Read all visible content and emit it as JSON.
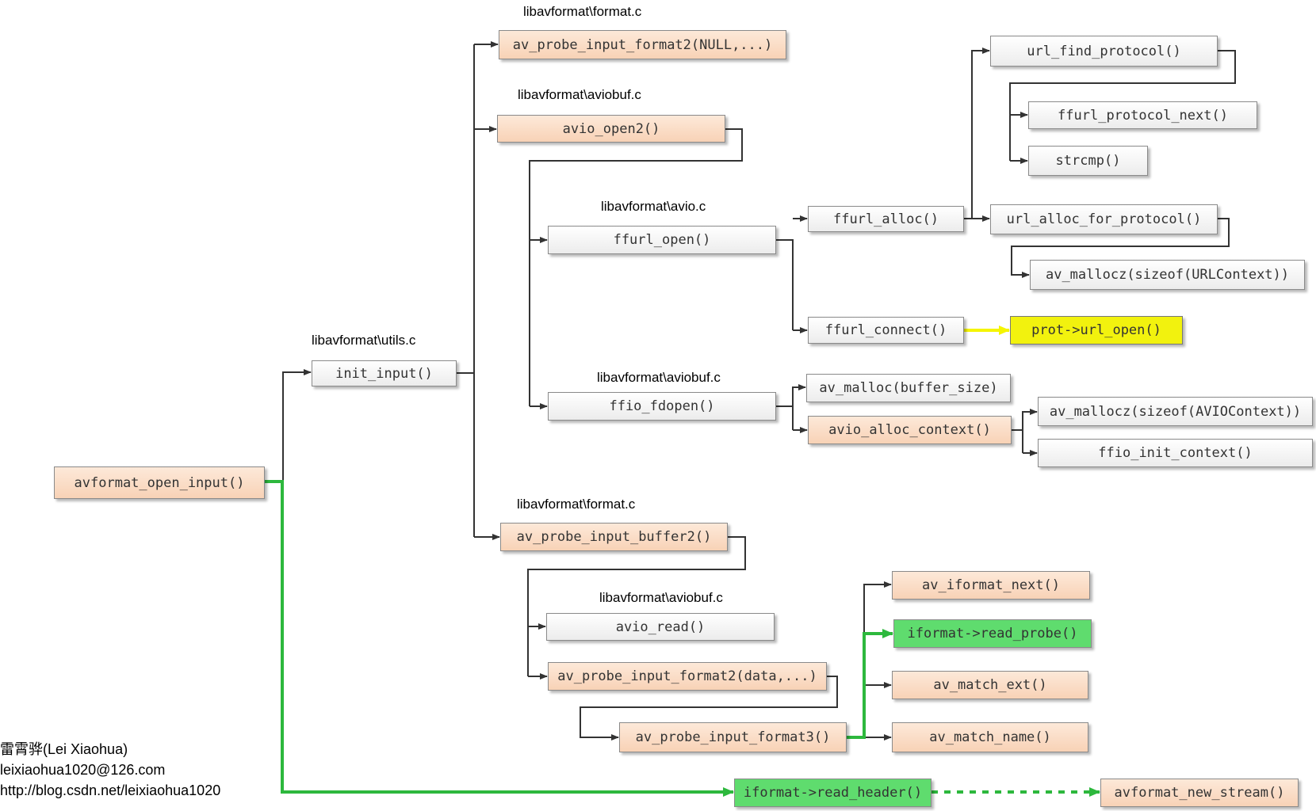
{
  "files": {
    "utils": "libavformat\\utils.c",
    "format_top": "libavformat\\format.c",
    "aviobuf_top": "libavformat\\aviobuf.c",
    "avio": "libavformat\\avio.c",
    "aviobuf_mid": "libavformat\\aviobuf.c",
    "format_bottom": "libavformat\\format.c",
    "aviobuf_bottom": "libavformat\\aviobuf.c"
  },
  "functions": {
    "avformat_open_input": "avformat_open_input()",
    "init_input": "init_input()",
    "av_probe_input_format2_null": "av_probe_input_format2(NULL,...)",
    "avio_open2": "avio_open2()",
    "ffurl_open": "ffurl_open()",
    "ffurl_alloc": "ffurl_alloc()",
    "url_find_protocol": "url_find_protocol()",
    "ffurl_protocol_next": "ffurl_protocol_next()",
    "strcmp": "strcmp()",
    "url_alloc_for_protocol": "url_alloc_for_protocol()",
    "av_mallocz_urlcontext": "av_mallocz(sizeof(URLContext))",
    "ffurl_connect": "ffurl_connect()",
    "prot_url_open": "prot->url_open()",
    "ffio_fdopen": "ffio_fdopen()",
    "av_malloc_buffer": "av_malloc(buffer_size)",
    "avio_alloc_context": "avio_alloc_context()",
    "av_mallocz_aviocontext": "av_mallocz(sizeof(AVIOContext))",
    "ffio_init_context": "ffio_init_context()",
    "av_probe_input_buffer2": "av_probe_input_buffer2()",
    "avio_read": "avio_read()",
    "av_probe_input_format2_data": "av_probe_input_format2(data,...)",
    "av_probe_input_format3": "av_probe_input_format3()",
    "av_iformat_next": "av_iformat_next()",
    "iformat_read_probe": "iformat->read_probe()",
    "av_match_ext": "av_match_ext()",
    "av_match_name": "av_match_name()",
    "iformat_read_header": "iformat->read_header()",
    "avformat_new_stream": "avformat_new_stream()"
  },
  "author": {
    "name": "雷霄骅(Lei Xiaohua)",
    "email": "leixiaohua1020@126.com",
    "url": "http://blog.csdn.net/leixiaohua1020"
  },
  "colors": {
    "wire": "#333333",
    "highlight_green": "#2db83d",
    "highlight_yellow": "#f5f500",
    "box_orange": "#fbdcc5",
    "box_gray": "#f2f2f2",
    "box_green": "#5fdc6e",
    "box_yellow": "#f2f20e"
  }
}
